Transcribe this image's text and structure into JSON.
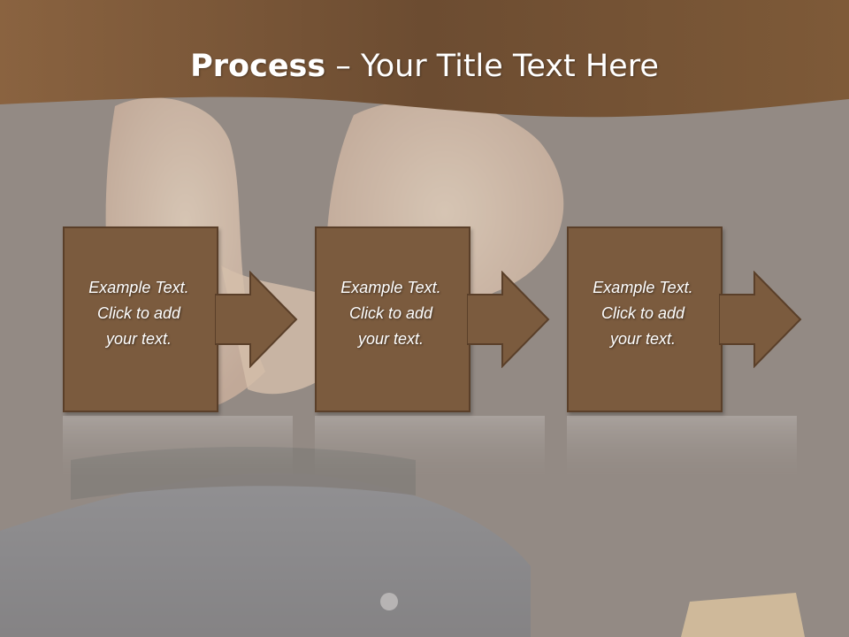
{
  "title": {
    "bold": "Process",
    "rest": " – Your Title Text Here"
  },
  "steps": [
    {
      "label": "Example Text.\nClick  to add\nyour text."
    },
    {
      "label": "Example Text.\nClick  to add\nyour text."
    },
    {
      "label": "Example Text.\nClick  to add\nyour text."
    }
  ],
  "colors": {
    "header_brown": "#7a5634",
    "box_fill": "#7b5b3e",
    "box_border": "#5a3f29",
    "text": "#ffffff"
  }
}
